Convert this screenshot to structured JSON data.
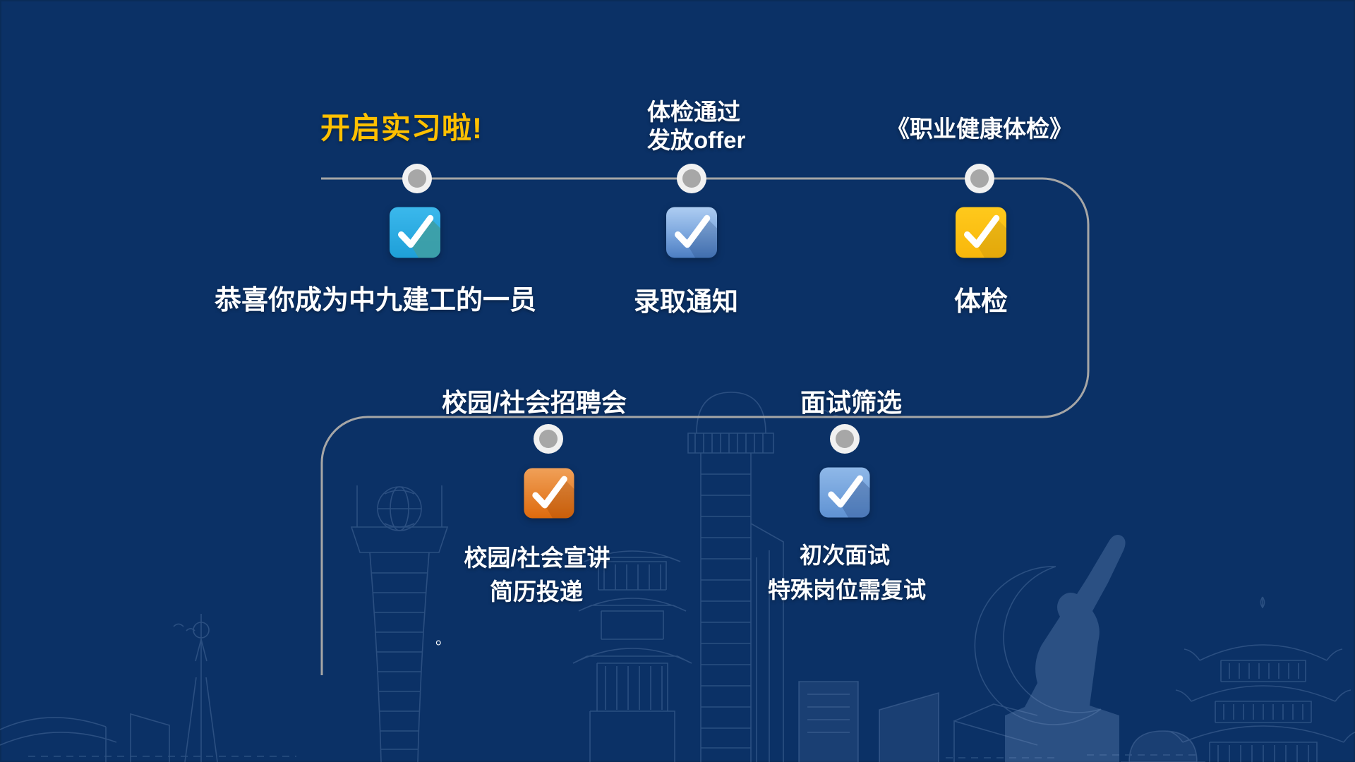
{
  "colors": {
    "background": "#0B3166",
    "connector_line": "#A6A6A6",
    "node_ring": "#F1F1F1",
    "node_fill": "#A7A7A7",
    "title_yellow": "#FFC000",
    "text_white": "#FFFFFF",
    "check_cyan": "#29ABE2",
    "check_cyan_shadow": "#3E9EA4",
    "check_glossy_blue_top": "#AECDF2",
    "check_glossy_blue_bottom": "#4C7EC3",
    "check_yellow": "#FEC10D",
    "check_orange_top": "#F0A058",
    "check_orange_bottom": "#DE6A0D",
    "check_lightblue_top": "#8FB8E8",
    "check_lightblue_bottom": "#5F92D3",
    "skyline_line": "#5B7CAB"
  },
  "row1": {
    "m1": {
      "header": "开启实习啦!",
      "label": "恭喜你成为中九建工的一员",
      "check_icon": "checkmark"
    },
    "m2": {
      "header_line1": "体检通过",
      "header_line2": "发放offer",
      "label": "录取通知",
      "check_icon": "checkmark"
    },
    "m3": {
      "header": "《职业健康体检》",
      "label": "体检",
      "check_icon": "checkmark"
    }
  },
  "row2": {
    "m1": {
      "header": "校园/社会招聘会",
      "label_line1": "校园/社会宣讲",
      "label_line2": "简历投递",
      "check_icon": "checkmark"
    },
    "m2": {
      "header": "面试筛选",
      "label_line1": "初次面试",
      "label_line2": "特殊岗位需复试",
      "check_icon": "checkmark"
    }
  },
  "decoration": {
    "stray_period": "。"
  }
}
